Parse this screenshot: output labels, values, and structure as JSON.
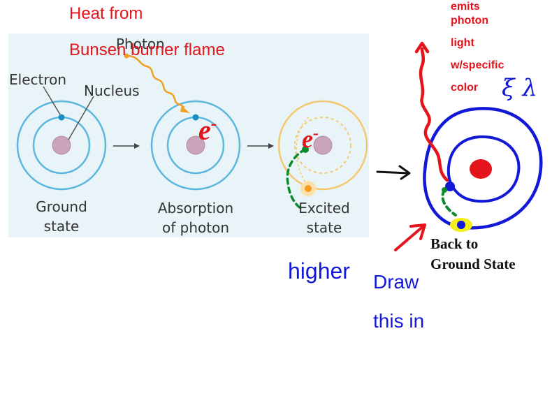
{
  "textbook": {
    "labels": {
      "photon": "Photon",
      "electron": "Electron",
      "nucleus": "Nucleus",
      "ground_state": [
        "Ground",
        "state"
      ],
      "absorption": [
        "Absorption",
        "of photon"
      ],
      "excited": [
        "Excited",
        "state"
      ]
    }
  },
  "annotations": {
    "heat_line1": "Heat from",
    "heat_line2": "Bunsen burner flame",
    "electron_symbol": "e",
    "electron_charge": "-",
    "emits": [
      "emits",
      "photon",
      "light",
      "w/specific",
      "color"
    ],
    "wavelength_mark": "ξ λ",
    "higher": "higher",
    "draw": [
      "Draw",
      "this in"
    ],
    "back_to": [
      "Back to",
      "Ground State"
    ]
  },
  "colors": {
    "panel": "#e9f4f8",
    "orbit_blue": "#5bb7dc",
    "nucleus": "#c9a3b8",
    "photon_orange": "#f0a020",
    "excited_orbit": "#f3c970",
    "ink_red": "#e3141b",
    "ink_blue": "#1219d6",
    "ink_green": "#0d8a2e",
    "highlight_yellow": "#f4ef1a"
  }
}
